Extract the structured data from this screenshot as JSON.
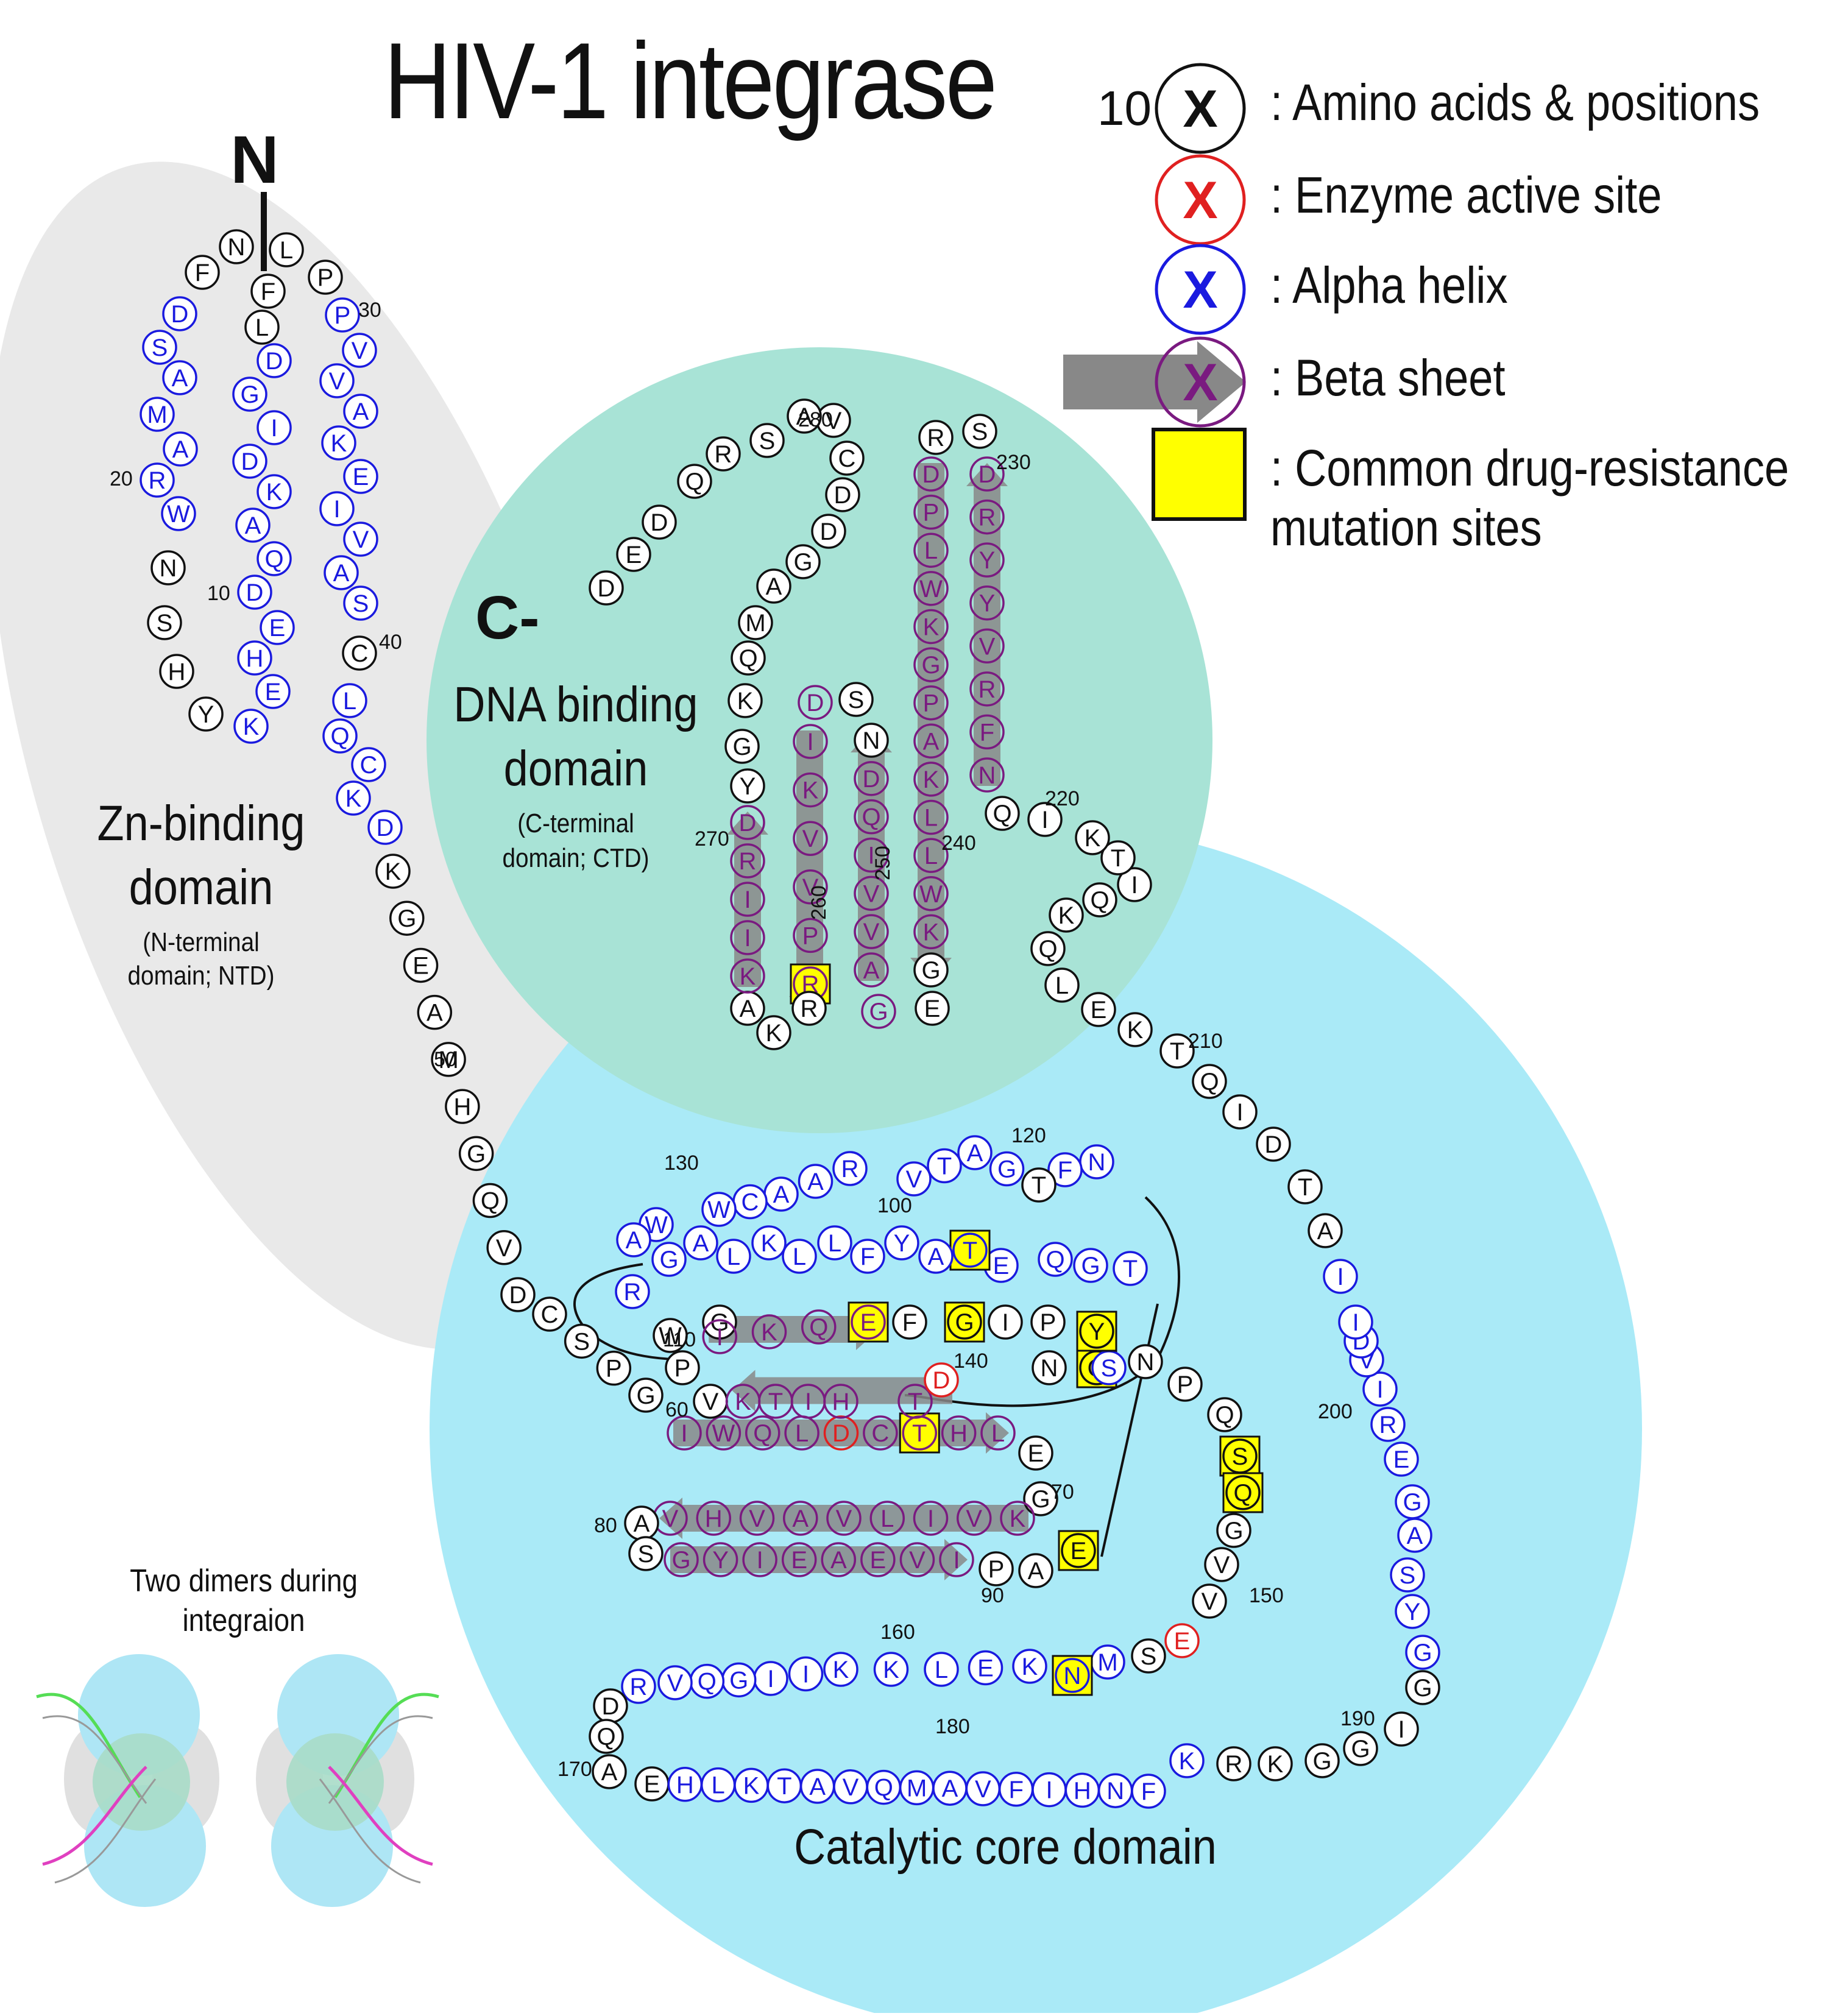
{
  "title": "HIV-1 integrase",
  "n_terminus": "N",
  "c_terminus": "C-",
  "legend": [
    {
      "key": "aa",
      "number": "10",
      "symbol": "X",
      "label": ": Amino acids & positions"
    },
    {
      "key": "active",
      "symbol": "X",
      "label": ": Enzyme active site"
    },
    {
      "key": "helix",
      "symbol": "X",
      "label": ": Alpha helix"
    },
    {
      "key": "sheet",
      "symbol": "X",
      "label": ": Beta sheet"
    },
    {
      "key": "drug",
      "label_line1": ": Common drug-resistance",
      "label_line2": "mutation sites"
    }
  ],
  "domains": {
    "ntd": {
      "title_line1": "Zn-binding",
      "title_line2": "domain",
      "sub_line1": "(N-terminal",
      "sub_line2": "domain; NTD)",
      "fill": "#e9e9e9"
    },
    "ctd": {
      "title_line1": "DNA binding",
      "title_line2": "domain",
      "sub_line1": "(C-terminal",
      "sub_line2": "domain; CTD)",
      "fill": "#a8e3d6"
    },
    "ccd": {
      "title": "Catalytic core domain",
      "fill": "#aaeaf7"
    }
  },
  "inset": {
    "title_line1": "Two dimers during",
    "title_line2": "integraion"
  },
  "colors": {
    "coil": "#111111",
    "helix": "#1a1adf",
    "active": "#e02020",
    "sheet": "#7a1a80",
    "drug": "#ffff00",
    "arrow": "#888888"
  },
  "position_labels": [
    "10",
    "20",
    "30",
    "40",
    "50",
    "60",
    "70",
    "80",
    "90",
    "100",
    "110",
    "120",
    "130",
    "140",
    "150",
    "160",
    "170",
    "180",
    "190",
    "200",
    "210",
    "220",
    "230",
    "240",
    "250",
    "260",
    "270",
    "280"
  ],
  "residues": [
    {
      "aa": "F",
      "t": "c"
    },
    {
      "aa": "L",
      "t": "c"
    },
    {
      "aa": "D",
      "t": "h"
    },
    {
      "aa": "G",
      "t": "h"
    },
    {
      "aa": "I",
      "t": "h"
    },
    {
      "aa": "D",
      "t": "h"
    },
    {
      "aa": "K",
      "t": "h"
    },
    {
      "aa": "A",
      "t": "h"
    },
    {
      "aa": "Q",
      "t": "h"
    },
    {
      "aa": "D",
      "t": "h"
    },
    {
      "aa": "E",
      "t": "h"
    },
    {
      "aa": "H",
      "t": "h"
    },
    {
      "aa": "E",
      "t": "h"
    },
    {
      "aa": "K",
      "t": "h"
    },
    {
      "aa": "Y",
      "t": "c"
    },
    {
      "aa": "H",
      "t": "c"
    },
    {
      "aa": "S",
      "t": "c"
    },
    {
      "aa": "N",
      "t": "c"
    },
    {
      "aa": "W",
      "t": "h"
    },
    {
      "aa": "R",
      "t": "h"
    },
    {
      "aa": "A",
      "t": "h"
    },
    {
      "aa": "M",
      "t": "h"
    },
    {
      "aa": "A",
      "t": "h"
    },
    {
      "aa": "S",
      "t": "h"
    },
    {
      "aa": "D",
      "t": "h"
    },
    {
      "aa": "F",
      "t": "c"
    },
    {
      "aa": "N",
      "t": "c"
    },
    {
      "aa": "L",
      "t": "c"
    },
    {
      "aa": "P",
      "t": "c"
    },
    {
      "aa": "P",
      "t": "h"
    },
    {
      "aa": "V",
      "t": "h"
    },
    {
      "aa": "V",
      "t": "h"
    },
    {
      "aa": "A",
      "t": "h"
    },
    {
      "aa": "K",
      "t": "h"
    },
    {
      "aa": "E",
      "t": "h"
    },
    {
      "aa": "I",
      "t": "h"
    },
    {
      "aa": "V",
      "t": "h"
    },
    {
      "aa": "A",
      "t": "h"
    },
    {
      "aa": "S",
      "t": "h"
    },
    {
      "aa": "C",
      "t": "c"
    },
    {
      "aa": "L",
      "t": "h"
    },
    {
      "aa": "Q",
      "t": "h"
    },
    {
      "aa": "C",
      "t": "h"
    },
    {
      "aa": "K",
      "t": "h"
    },
    {
      "aa": "D",
      "t": "h"
    },
    {
      "aa": "K",
      "t": "c"
    },
    {
      "aa": "G",
      "t": "c"
    },
    {
      "aa": "E",
      "t": "c"
    },
    {
      "aa": "A",
      "t": "c"
    },
    {
      "aa": "M",
      "t": "c"
    },
    {
      "aa": "H",
      "t": "c"
    },
    {
      "aa": "G",
      "t": "c"
    },
    {
      "aa": "Q",
      "t": "c"
    },
    {
      "aa": "V",
      "t": "c"
    },
    {
      "aa": "D",
      "t": "c"
    },
    {
      "aa": "C",
      "t": "c"
    },
    {
      "aa": "S",
      "t": "c"
    },
    {
      "aa": "P",
      "t": "c"
    },
    {
      "aa": "G",
      "t": "c"
    },
    {
      "aa": "I",
      "t": "s"
    },
    {
      "aa": "W",
      "t": "s"
    },
    {
      "aa": "Q",
      "t": "s"
    },
    {
      "aa": "L",
      "t": "s"
    },
    {
      "aa": "D",
      "t": "sa"
    },
    {
      "aa": "C",
      "t": "s"
    },
    {
      "aa": "T",
      "t": "sd"
    },
    {
      "aa": "H",
      "t": "s"
    },
    {
      "aa": "L",
      "t": "s"
    },
    {
      "aa": "E",
      "t": "c"
    },
    {
      "aa": "G",
      "t": "c"
    },
    {
      "aa": "K",
      "t": "s"
    },
    {
      "aa": "V",
      "t": "s"
    },
    {
      "aa": "I",
      "t": "s"
    },
    {
      "aa": "L",
      "t": "s"
    },
    {
      "aa": "V",
      "t": "s"
    },
    {
      "aa": "A",
      "t": "s"
    },
    {
      "aa": "V",
      "t": "s"
    },
    {
      "aa": "H",
      "t": "s"
    },
    {
      "aa": "V",
      "t": "s"
    },
    {
      "aa": "A",
      "t": "c"
    },
    {
      "aa": "S",
      "t": "c"
    },
    {
      "aa": "G",
      "t": "s"
    },
    {
      "aa": "Y",
      "t": "s"
    },
    {
      "aa": "I",
      "t": "s"
    },
    {
      "aa": "E",
      "t": "s"
    },
    {
      "aa": "A",
      "t": "s"
    },
    {
      "aa": "E",
      "t": "s"
    },
    {
      "aa": "V",
      "t": "s"
    },
    {
      "aa": "I",
      "t": "s"
    },
    {
      "aa": "P",
      "t": "c"
    },
    {
      "aa": "A",
      "t": "c"
    },
    {
      "aa": "E",
      "t": "cd"
    },
    {
      "aa": "T",
      "t": "h"
    },
    {
      "aa": "G",
      "t": "h"
    },
    {
      "aa": "Q",
      "t": "h"
    },
    {
      "aa": "E",
      "t": "h"
    },
    {
      "aa": "T",
      "t": "hd"
    },
    {
      "aa": "A",
      "t": "h"
    },
    {
      "aa": "Y",
      "t": "h"
    },
    {
      "aa": "F",
      "t": "h"
    },
    {
      "aa": "L",
      "t": "h"
    },
    {
      "aa": "L",
      "t": "h"
    },
    {
      "aa": "K",
      "t": "h"
    },
    {
      "aa": "L",
      "t": "h"
    },
    {
      "aa": "A",
      "t": "h"
    },
    {
      "aa": "G",
      "t": "h"
    },
    {
      "aa": "R",
      "t": "h"
    },
    {
      "aa": "W",
      "t": "c"
    },
    {
      "aa": "P",
      "t": "c"
    },
    {
      "aa": "V",
      "t": "c"
    },
    {
      "aa": "K",
      "t": "s"
    },
    {
      "aa": "T",
      "t": "s"
    },
    {
      "aa": "I",
      "t": "s"
    },
    {
      "aa": "H",
      "t": "s"
    },
    {
      "aa": "T",
      "t": "s"
    },
    {
      "aa": "D",
      "t": "a"
    },
    {
      "aa": "N",
      "t": "c"
    },
    {
      "aa": "G",
      "t": "cd"
    },
    {
      "aa": "S",
      "t": "h"
    },
    {
      "aa": "N",
      "t": "h"
    },
    {
      "aa": "F",
      "t": "h"
    },
    {
      "aa": "T",
      "t": "c"
    },
    {
      "aa": "G",
      "t": "h"
    },
    {
      "aa": "A",
      "t": "h"
    },
    {
      "aa": "T",
      "t": "h"
    },
    {
      "aa": "V",
      "t": "h"
    },
    {
      "aa": "R",
      "t": "h"
    },
    {
      "aa": "A",
      "t": "h"
    },
    {
      "aa": "A",
      "t": "h"
    },
    {
      "aa": "C",
      "t": "h"
    },
    {
      "aa": "W",
      "t": "h"
    },
    {
      "aa": "W",
      "t": "h"
    },
    {
      "aa": "A",
      "t": "h"
    },
    {
      "aa": "G",
      "t": "c"
    },
    {
      "aa": "I",
      "t": "s"
    },
    {
      "aa": "K",
      "t": "s"
    },
    {
      "aa": "Q",
      "t": "s"
    },
    {
      "aa": "E",
      "t": "sd"
    },
    {
      "aa": "F",
      "t": "c"
    },
    {
      "aa": "G",
      "t": "cd"
    },
    {
      "aa": "I",
      "t": "c"
    },
    {
      "aa": "P",
      "t": "c"
    },
    {
      "aa": "Y",
      "t": "cd"
    },
    {
      "aa": "N",
      "t": "c"
    },
    {
      "aa": "P",
      "t": "c"
    },
    {
      "aa": "Q",
      "t": "c"
    },
    {
      "aa": "S",
      "t": "cd"
    },
    {
      "aa": "Q",
      "t": "cd"
    },
    {
      "aa": "G",
      "t": "c"
    },
    {
      "aa": "V",
      "t": "c"
    },
    {
      "aa": "V",
      "t": "c"
    },
    {
      "aa": "E",
      "t": "a"
    },
    {
      "aa": "S",
      "t": "c"
    },
    {
      "aa": "M",
      "t": "h"
    },
    {
      "aa": "N",
      "t": "hd"
    },
    {
      "aa": "K",
      "t": "h"
    },
    {
      "aa": "E",
      "t": "h"
    },
    {
      "aa": "L",
      "t": "h"
    },
    {
      "aa": "K",
      "t": "h"
    },
    {
      "aa": "K",
      "t": "h"
    },
    {
      "aa": "I",
      "t": "h"
    },
    {
      "aa": "I",
      "t": "h"
    },
    {
      "aa": "G",
      "t": "h"
    },
    {
      "aa": "Q",
      "t": "h"
    },
    {
      "aa": "V",
      "t": "h"
    },
    {
      "aa": "R",
      "t": "h"
    },
    {
      "aa": "D",
      "t": "c"
    },
    {
      "aa": "Q",
      "t": "c"
    },
    {
      "aa": "A",
      "t": "c"
    },
    {
      "aa": "E",
      "t": "c"
    },
    {
      "aa": "H",
      "t": "h"
    },
    {
      "aa": "L",
      "t": "h"
    },
    {
      "aa": "K",
      "t": "h"
    },
    {
      "aa": "T",
      "t": "h"
    },
    {
      "aa": "A",
      "t": "h"
    },
    {
      "aa": "V",
      "t": "h"
    },
    {
      "aa": "Q",
      "t": "h"
    },
    {
      "aa": "M",
      "t": "h"
    },
    {
      "aa": "A",
      "t": "h"
    },
    {
      "aa": "V",
      "t": "h"
    },
    {
      "aa": "F",
      "t": "h"
    },
    {
      "aa": "I",
      "t": "h"
    },
    {
      "aa": "H",
      "t": "h"
    },
    {
      "aa": "N",
      "t": "h"
    },
    {
      "aa": "F",
      "t": "h"
    },
    {
      "aa": "K",
      "t": "h"
    },
    {
      "aa": "R",
      "t": "c"
    },
    {
      "aa": "K",
      "t": "c"
    },
    {
      "aa": "G",
      "t": "c"
    },
    {
      "aa": "G",
      "t": "c"
    },
    {
      "aa": "I",
      "t": "c"
    },
    {
      "aa": "G",
      "t": "c"
    },
    {
      "aa": "G",
      "t": "h"
    },
    {
      "aa": "Y",
      "t": "h"
    },
    {
      "aa": "S",
      "t": "h"
    },
    {
      "aa": "A",
      "t": "h"
    },
    {
      "aa": "G",
      "t": "h"
    },
    {
      "aa": "E",
      "t": "h"
    },
    {
      "aa": "R",
      "t": "h"
    },
    {
      "aa": "I",
      "t": "h"
    },
    {
      "aa": "V",
      "t": "h"
    },
    {
      "aa": "D",
      "t": "h"
    },
    {
      "aa": "I",
      "t": "h"
    },
    {
      "aa": "I",
      "t": "h"
    },
    {
      "aa": "A",
      "t": "c"
    },
    {
      "aa": "T",
      "t": "c"
    },
    {
      "aa": "D",
      "t": "c"
    },
    {
      "aa": "I",
      "t": "c"
    },
    {
      "aa": "Q",
      "t": "c"
    },
    {
      "aa": "T",
      "t": "c"
    },
    {
      "aa": "K",
      "t": "c"
    },
    {
      "aa": "E",
      "t": "c"
    },
    {
      "aa": "L",
      "t": "c"
    },
    {
      "aa": "Q",
      "t": "c"
    },
    {
      "aa": "K",
      "t": "c"
    },
    {
      "aa": "Q",
      "t": "c"
    },
    {
      "aa": "I",
      "t": "c"
    },
    {
      "aa": "T",
      "t": "c"
    },
    {
      "aa": "K",
      "t": "c"
    },
    {
      "aa": "I",
      "t": "c"
    },
    {
      "aa": "Q",
      "t": "c"
    },
    {
      "aa": "N",
      "t": "s"
    },
    {
      "aa": "F",
      "t": "s"
    },
    {
      "aa": "R",
      "t": "s"
    },
    {
      "aa": "V",
      "t": "s"
    },
    {
      "aa": "Y",
      "t": "s"
    },
    {
      "aa": "Y",
      "t": "s"
    },
    {
      "aa": "R",
      "t": "s"
    },
    {
      "aa": "D",
      "t": "s"
    },
    {
      "aa": "S",
      "t": "c"
    },
    {
      "aa": "R",
      "t": "c"
    },
    {
      "aa": "D",
      "t": "s"
    },
    {
      "aa": "P",
      "t": "s"
    },
    {
      "aa": "L",
      "t": "s"
    },
    {
      "aa": "W",
      "t": "s"
    },
    {
      "aa": "K",
      "t": "s"
    },
    {
      "aa": "G",
      "t": "s"
    },
    {
      "aa": "P",
      "t": "s"
    },
    {
      "aa": "A",
      "t": "s"
    },
    {
      "aa": "K",
      "t": "s"
    },
    {
      "aa": "L",
      "t": "s"
    },
    {
      "aa": "L",
      "t": "s"
    },
    {
      "aa": "W",
      "t": "s"
    },
    {
      "aa": "K",
      "t": "s"
    },
    {
      "aa": "G",
      "t": "c"
    },
    {
      "aa": "E",
      "t": "c"
    },
    {
      "aa": "G",
      "t": "s"
    },
    {
      "aa": "A",
      "t": "s"
    },
    {
      "aa": "V",
      "t": "s"
    },
    {
      "aa": "V",
      "t": "s"
    },
    {
      "aa": "I",
      "t": "s"
    },
    {
      "aa": "Q",
      "t": "s"
    },
    {
      "aa": "D",
      "t": "s"
    },
    {
      "aa": "N",
      "t": "c"
    },
    {
      "aa": "S",
      "t": "c"
    },
    {
      "aa": "D",
      "t": "s"
    },
    {
      "aa": "I",
      "t": "s"
    },
    {
      "aa": "K",
      "t": "s"
    },
    {
      "aa": "V",
      "t": "s"
    },
    {
      "aa": "V",
      "t": "s"
    },
    {
      "aa": "P",
      "t": "s"
    },
    {
      "aa": "R",
      "t": "sd"
    },
    {
      "aa": "R",
      "t": "c"
    },
    {
      "aa": "K",
      "t": "c"
    },
    {
      "aa": "A",
      "t": "c"
    },
    {
      "aa": "K",
      "t": "s"
    },
    {
      "aa": "I",
      "t": "s"
    },
    {
      "aa": "I",
      "t": "s"
    },
    {
      "aa": "R",
      "t": "s"
    },
    {
      "aa": "D",
      "t": "s"
    },
    {
      "aa": "Y",
      "t": "c"
    },
    {
      "aa": "G",
      "t": "c"
    },
    {
      "aa": "K",
      "t": "c"
    },
    {
      "aa": "Q",
      "t": "c"
    },
    {
      "aa": "M",
      "t": "c"
    },
    {
      "aa": "A",
      "t": "c"
    },
    {
      "aa": "G",
      "t": "c"
    },
    {
      "aa": "D",
      "t": "c"
    },
    {
      "aa": "D",
      "t": "c"
    },
    {
      "aa": "C",
      "t": "c"
    },
    {
      "aa": "V",
      "t": "c"
    },
    {
      "aa": "A",
      "t": "c"
    },
    {
      "aa": "S",
      "t": "c"
    },
    {
      "aa": "R",
      "t": "c"
    },
    {
      "aa": "Q",
      "t": "c"
    },
    {
      "aa": "D",
      "t": "c"
    },
    {
      "aa": "E",
      "t": "c"
    },
    {
      "aa": "D",
      "t": "c"
    }
  ]
}
